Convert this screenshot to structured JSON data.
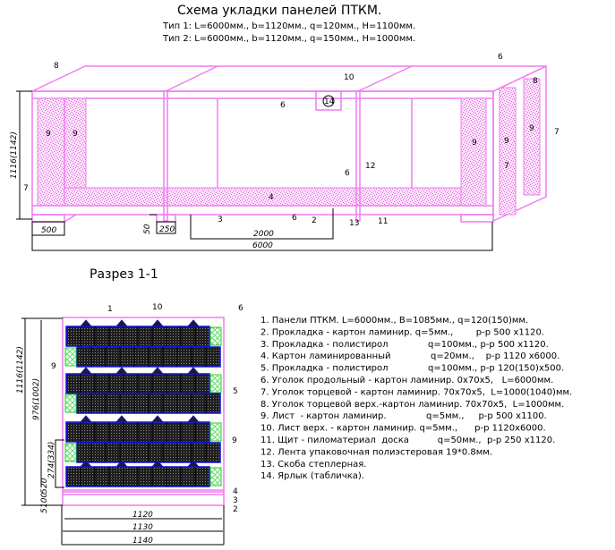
{
  "header": {
    "title": "Схема укладки  панелей ПТКМ.",
    "type1": "Тип 1: L=6000мм., b=1120мм., q=120мм., H=1100мм.",
    "type2": "Тип 2: L=6000мм., b=1120мм., q=150мм., H=1000мм."
  },
  "section_title": "Разрез 1-1",
  "legend": [
    "1. Панели ПТКМ. L=6000мм., B=1085мм., q=120(150)мм.",
    "2. Прокладка - картон ламинир. q=5мм.,        р-р 500 х1120.",
    "3. Прокладка - полистирол              q=100мм., р-р 500 х1120.",
    "4. Картон ламинированный              q=20мм.,    р-р 1120 х6000.",
    "5. Прокладка - полистирол              q=100мм., р-р 120(150)х500.",
    "6. Уголок продольный - картон ламинир. 0х70х5,   L=6000мм.",
    "7. Уголок торцевой - картон ламинир. 70х70х5,  L=1000(1040)мм.",
    "8. Уголок торцевой верх.-картон ламинир. 70х70х5,  L=1000мм.",
    "9. Лист  - картон ламинир.              q=5мм.,     р-р 500 х1100.",
    "10. Лист верх. - картон ламинир. q=5мм.,      р-р 1120х6000.",
    "11. Щит - пиломатериал  доска          q=50мм.,  р-р 250 х1120.",
    "12. Лента упаковочная полиэстеровая 19*0.8мм.",
    "13. Скоба степлерная.",
    "14. Ярлык (табличка)."
  ],
  "top_view": {
    "callouts": {
      "c8": "8",
      "c10": "10",
      "c14": "14",
      "c6a": "6",
      "c6b": "6",
      "c6c": "6",
      "c6d": "6",
      "c9a": "9",
      "c9b": "9",
      "c9c": "9",
      "c9d": "9",
      "c9e": "9",
      "c7a": "7",
      "c7b": "7",
      "c7c": "7",
      "c8b": "8",
      "c4": "4",
      "c3": "3",
      "c2": "2",
      "c13": "13",
      "c11": "11",
      "c12": "12"
    },
    "dims": {
      "height": "1116(1142)",
      "d500": "500",
      "d50": "50",
      "d250": "250",
      "d2000": "2000",
      "d6000": "6000"
    }
  },
  "section": {
    "callouts": {
      "c1": "1",
      "c10": "10",
      "c6": "6",
      "c9a": "9",
      "c5": "5",
      "c9b": "9",
      "c4": "4",
      "c3": "3",
      "c2": "2"
    },
    "dims": {
      "height": "1116(1142)",
      "inner": "976(1002)",
      "row": "274(334)",
      "d5": "5",
      "d20": "20",
      "d100": "100",
      "d5b": "5",
      "w1120": "1120",
      "w1130": "1130",
      "w1140": "1140"
    }
  },
  "colors": {
    "pink": "#f07cf0",
    "panel_outline": "#1010e0",
    "foam": "#20d020",
    "panel_fill": "#2a2a2a"
  }
}
